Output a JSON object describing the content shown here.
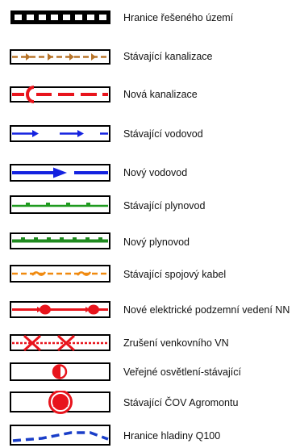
{
  "legend": {
    "items": [
      {
        "label": "Hranice řešeného území",
        "symbol": "boundary-icon",
        "color": "#000000"
      },
      {
        "label": "Stávající kanalizace",
        "symbol": "existing-sewer-icon",
        "color": "#b8752a"
      },
      {
        "label": "Nová kanalizace",
        "symbol": "new-sewer-icon",
        "color": "#e8141c"
      },
      {
        "label": "Stávající vodovod",
        "symbol": "existing-water-icon",
        "color": "#1422e0"
      },
      {
        "label": "Nový vodovod",
        "symbol": "new-water-icon",
        "color": "#1422e0"
      },
      {
        "label": "Stávající plynovod",
        "symbol": "existing-gas-icon",
        "color": "#1f9a1f"
      },
      {
        "label": "Nový plynovod",
        "symbol": "new-gas-icon",
        "color": "#1f8a1f"
      },
      {
        "label": "Stávající spojový kabel",
        "symbol": "existing-telecom-icon",
        "color": "#f08a10"
      },
      {
        "label": "Nové elektrické podzemní vedení NN",
        "symbol": "new-power-cable-icon",
        "color": "#e8141c"
      },
      {
        "label": "Zrušení venkovního VN",
        "symbol": "removed-overhead-hv-icon",
        "color": "#e8141c"
      },
      {
        "label": "Veřejné osvětlení-stávající",
        "symbol": "public-lighting-icon",
        "color": "#e8141c"
      },
      {
        "label": "Stávající ČOV Agromontu",
        "symbol": "wastewater-plant-icon",
        "color": "#e8141c"
      },
      {
        "label": "Hranice hladiny Q100",
        "symbol": "flood-line-icon",
        "color": "#1a3ec8"
      }
    ]
  }
}
